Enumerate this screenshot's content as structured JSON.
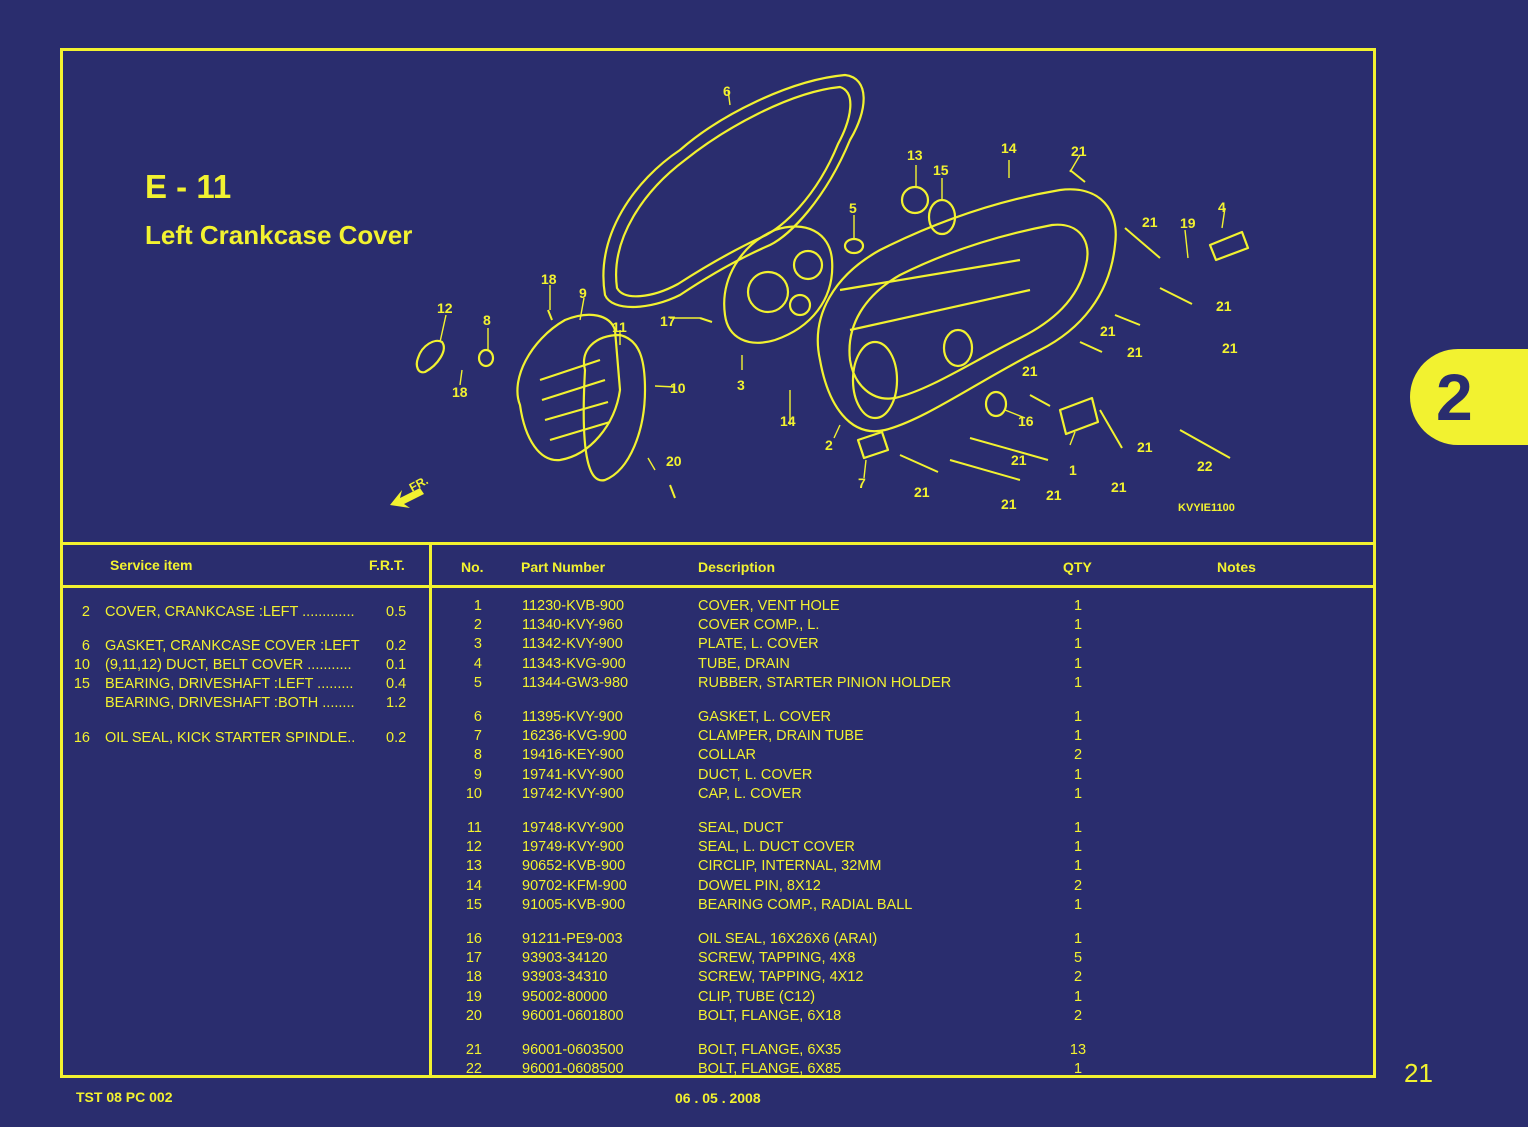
{
  "header": {
    "code": "E - 11",
    "name": "Left Crankcase Cover"
  },
  "diagram": {
    "drawing_code": "KVYIE1100",
    "fr_label": "FR.",
    "callouts": [
      "1",
      "2",
      "3",
      "4",
      "5",
      "6",
      "7",
      "8",
      "9",
      "10",
      "11",
      "12",
      "13",
      "14",
      "14",
      "15",
      "16",
      "17",
      "18",
      "18",
      "19",
      "20",
      "21",
      "21",
      "21",
      "21",
      "21",
      "21",
      "21",
      "21",
      "21",
      "21",
      "21",
      "21",
      "21",
      "22"
    ]
  },
  "service": {
    "col_item": "Service item",
    "col_frt": "F.R.T.",
    "rows": [
      {
        "no": "2",
        "text": "COVER, CRANKCASE :LEFT .............",
        "frt": "0.5"
      },
      {
        "no": "6",
        "text": "GASKET, CRANKCASE COVER :LEFT",
        "frt": "0.2"
      },
      {
        "no": "10",
        "text": "(9,11,12) DUCT, BELT COVER ...........",
        "frt": "0.1"
      },
      {
        "no": "15",
        "text": "BEARING, DRIVESHAFT :LEFT .........",
        "frt": "0.4"
      },
      {
        "no": "",
        "text": "BEARING, DRIVESHAFT :BOTH ........",
        "frt": "1.2"
      },
      {
        "no": "16",
        "text": "OIL SEAL, KICK STARTER SPINDLE..",
        "frt": "0.2"
      }
    ]
  },
  "parts": {
    "col_no": "No.",
    "col_part": "Part Number",
    "col_desc": "Description",
    "col_qty": "QTY",
    "col_notes": "Notes",
    "rows": [
      {
        "no": "1",
        "pn": "11230-KVB-900",
        "desc": "COVER, VENT HOLE",
        "qty": "1"
      },
      {
        "no": "2",
        "pn": "11340-KVY-960",
        "desc": "COVER COMP., L.",
        "qty": "1"
      },
      {
        "no": "3",
        "pn": "11342-KVY-900",
        "desc": "PLATE, L. COVER",
        "qty": "1"
      },
      {
        "no": "4",
        "pn": "11343-KVG-900",
        "desc": "TUBE, DRAIN",
        "qty": "1"
      },
      {
        "no": "5",
        "pn": "11344-GW3-980",
        "desc": "RUBBER, STARTER PINION HOLDER",
        "qty": "1"
      },
      {
        "no": "6",
        "pn": "11395-KVY-900",
        "desc": "GASKET, L. COVER",
        "qty": "1"
      },
      {
        "no": "7",
        "pn": "16236-KVG-900",
        "desc": "CLAMPER, DRAIN TUBE",
        "qty": "1"
      },
      {
        "no": "8",
        "pn": "19416-KEY-900",
        "desc": "COLLAR",
        "qty": "2"
      },
      {
        "no": "9",
        "pn": "19741-KVY-900",
        "desc": "DUCT, L. COVER",
        "qty": "1"
      },
      {
        "no": "10",
        "pn": "19742-KVY-900",
        "desc": "CAP, L. COVER",
        "qty": "1"
      },
      {
        "no": "11",
        "pn": "19748-KVY-900",
        "desc": "SEAL, DUCT",
        "qty": "1"
      },
      {
        "no": "12",
        "pn": "19749-KVY-900",
        "desc": "SEAL, L. DUCT COVER",
        "qty": "1"
      },
      {
        "no": "13",
        "pn": "90652-KVB-900",
        "desc": "CIRCLIP, INTERNAL, 32MM",
        "qty": "1"
      },
      {
        "no": "14",
        "pn": "90702-KFM-900",
        "desc": "DOWEL PIN, 8X12",
        "qty": "2"
      },
      {
        "no": "15",
        "pn": "91005-KVB-900",
        "desc": "BEARING COMP., RADIAL BALL",
        "qty": "1"
      },
      {
        "no": "16",
        "pn": "91211-PE9-003",
        "desc": "OIL SEAL, 16X26X6 (ARAI)",
        "qty": "1"
      },
      {
        "no": "17",
        "pn": "93903-34120",
        "desc": "SCREW, TAPPING, 4X8",
        "qty": "5"
      },
      {
        "no": "18",
        "pn": "93903-34310",
        "desc": "SCREW, TAPPING, 4X12",
        "qty": "2"
      },
      {
        "no": "19",
        "pn": "95002-80000",
        "desc": "CLIP, TUBE (C12)",
        "qty": "1"
      },
      {
        "no": "20",
        "pn": "96001-0601800",
        "desc": "BOLT, FLANGE, 6X18",
        "qty": "2"
      },
      {
        "no": "21",
        "pn": "96001-0603500",
        "desc": "BOLT, FLANGE, 6X35",
        "qty": "13"
      },
      {
        "no": "22",
        "pn": "96001-0608500",
        "desc": "BOLT, FLANGE, 6X85",
        "qty": "1"
      }
    ]
  },
  "chapter_tab": "2",
  "page_number": "21",
  "footer": {
    "doc_code": "TST 08 PC 002",
    "date": "06 . 05 . 2008"
  },
  "colors": {
    "background": "#2a2d6e",
    "line": "#f2f230"
  }
}
